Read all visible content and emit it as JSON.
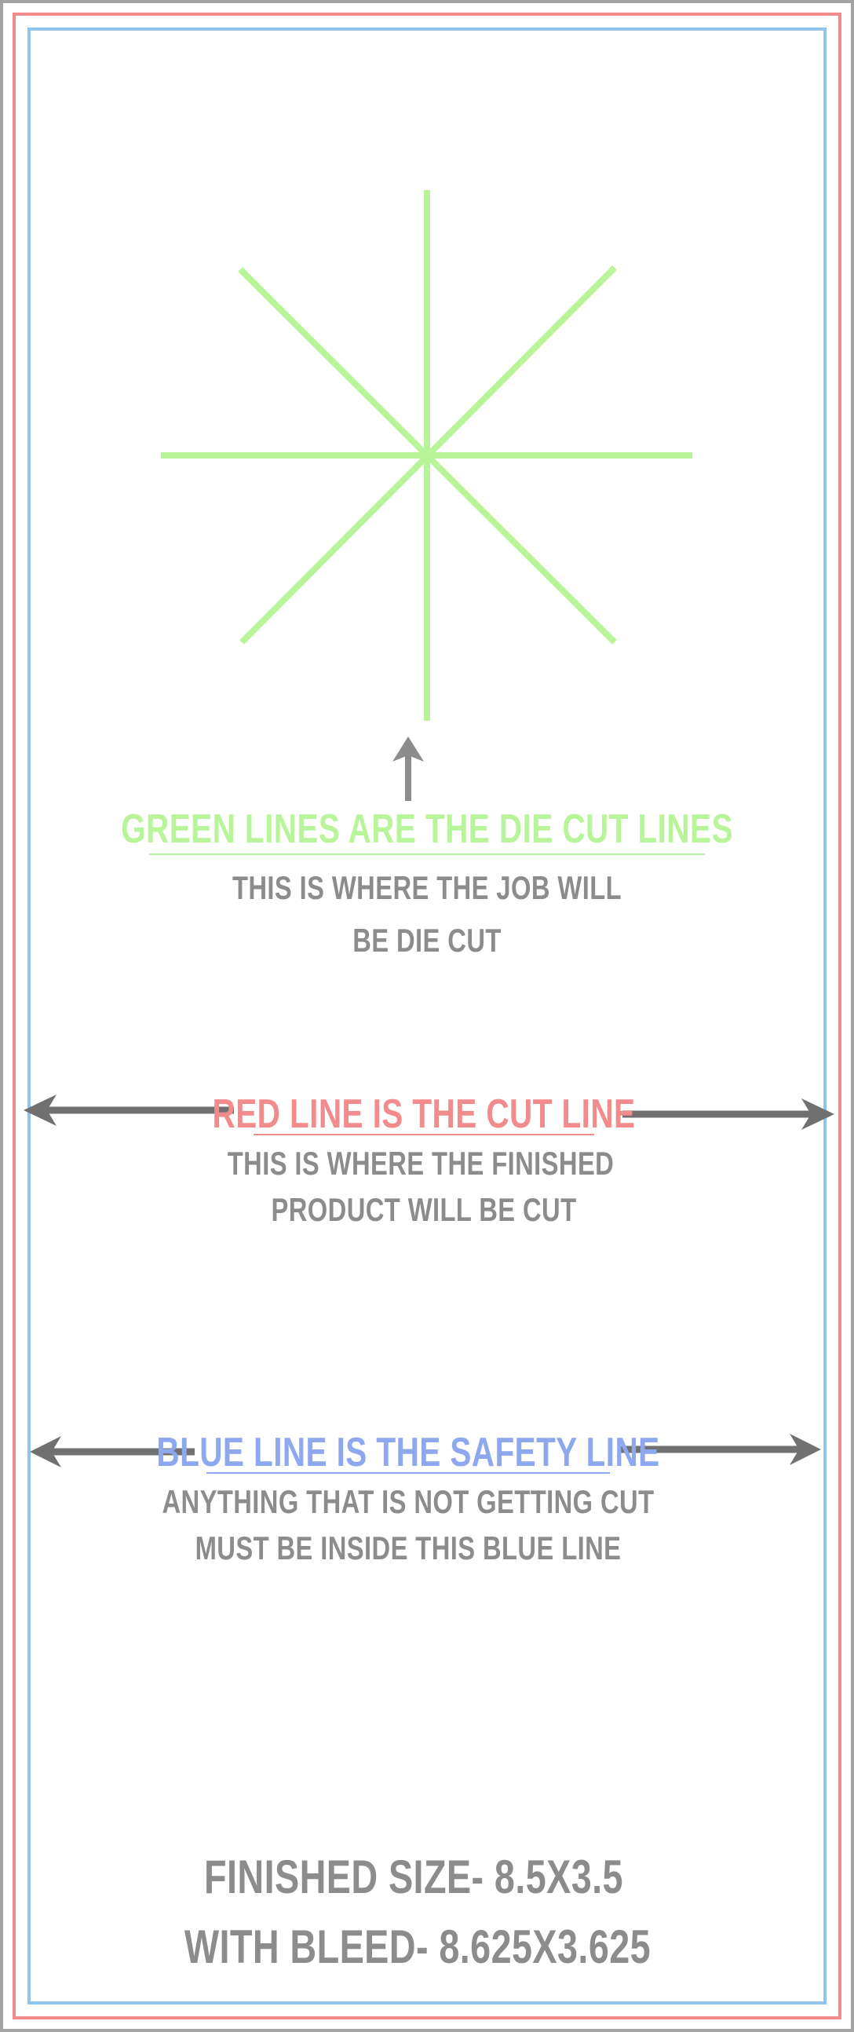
{
  "colors": {
    "outer_frame": "#a3a3a3",
    "cut_line": "#f28b8b",
    "safety_line": "#8ec4ef",
    "die_cut_line": "#b8f59a",
    "arrow": "#707070",
    "text_gray": "#8c8c8c",
    "die_cut_text": "#b8f59a",
    "cut_text": "#f28b8b",
    "safety_text": "#8ea8f0"
  },
  "die_cut": {
    "heading": "GREEN LINES ARE THE DIE CUT LINES",
    "desc_line1": "THIS IS WHERE THE JOB WILL",
    "desc_line2": "BE DIE CUT"
  },
  "cut": {
    "heading": "RED LINE IS THE CUT LINE",
    "desc_line1": "THIS IS WHERE THE FINISHED",
    "desc_line2": "PRODUCT WILL BE CUT"
  },
  "safety": {
    "heading": "BLUE LINE IS THE SAFETY LINE",
    "desc_line1": "ANYTHING THAT IS NOT GETTING CUT",
    "desc_line2": "MUST BE INSIDE THIS BLUE LINE"
  },
  "sizes": {
    "finished": "FINISHED SIZE- 8.5X3.5",
    "with_bleed": "WITH BLEED- 8.625X3.625"
  }
}
